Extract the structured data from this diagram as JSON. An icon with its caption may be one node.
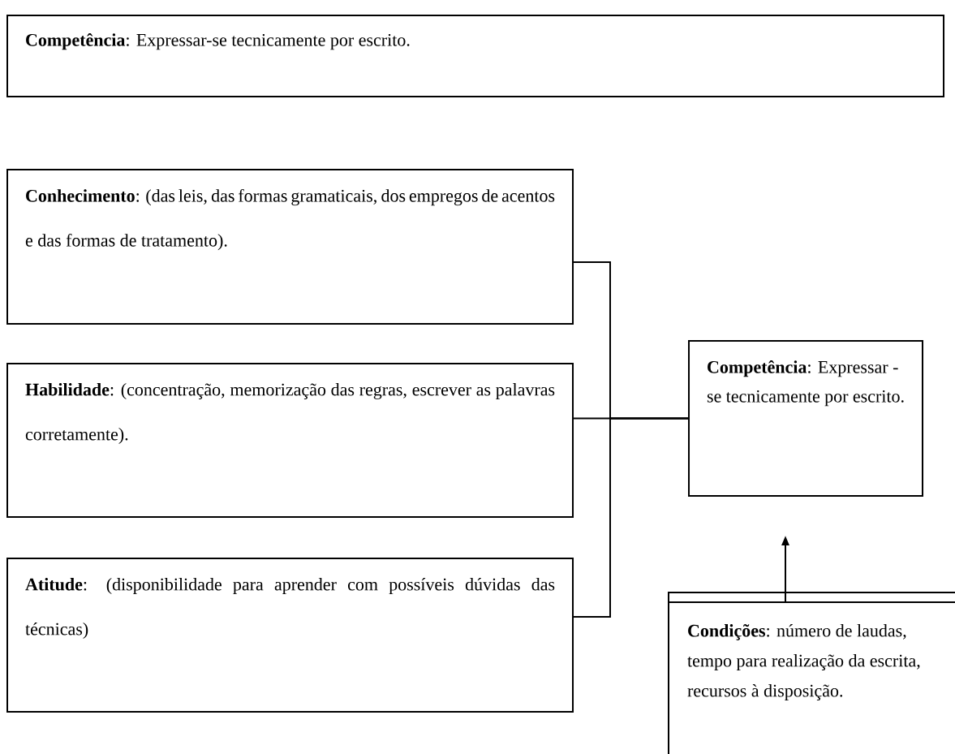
{
  "diagram": {
    "nodes": [
      {
        "text": [
          "**Competência**: Expressar-se tecnicamente por escrito."
        ]
      },
      {
        "text": [
          "**Conhecimento**: (das leis, das formas gramaticais, dos empregos de acentos e das formas de tratamento)."
        ]
      },
      {
        "text": [
          "**Habilidade**: (concentração, memorização das regras, escrever as palavras corretamente)."
        ]
      },
      {
        "text": [
          "**Atitude**: (disponibilidade para aprender com possíveis dúvidas das técnicas)"
        ]
      },
      {
        "text": [
          "**Competência**: Expressar - se tecnicamente por escrito."
        ]
      },
      {
        "text": [
          "**Condições**: número de laudas, tempo para realização da escrita, recursos à disposição."
        ]
      }
    ],
    "edges": [
      {
        "from": 1,
        "to": 4,
        "arrow": "none"
      },
      {
        "from": 2,
        "to": 4,
        "arrow": "none"
      },
      {
        "from": 3,
        "to": 4,
        "arrow": "none"
      },
      {
        "from": 5,
        "to": 4,
        "arrow": "to"
      }
    ]
  }
}
